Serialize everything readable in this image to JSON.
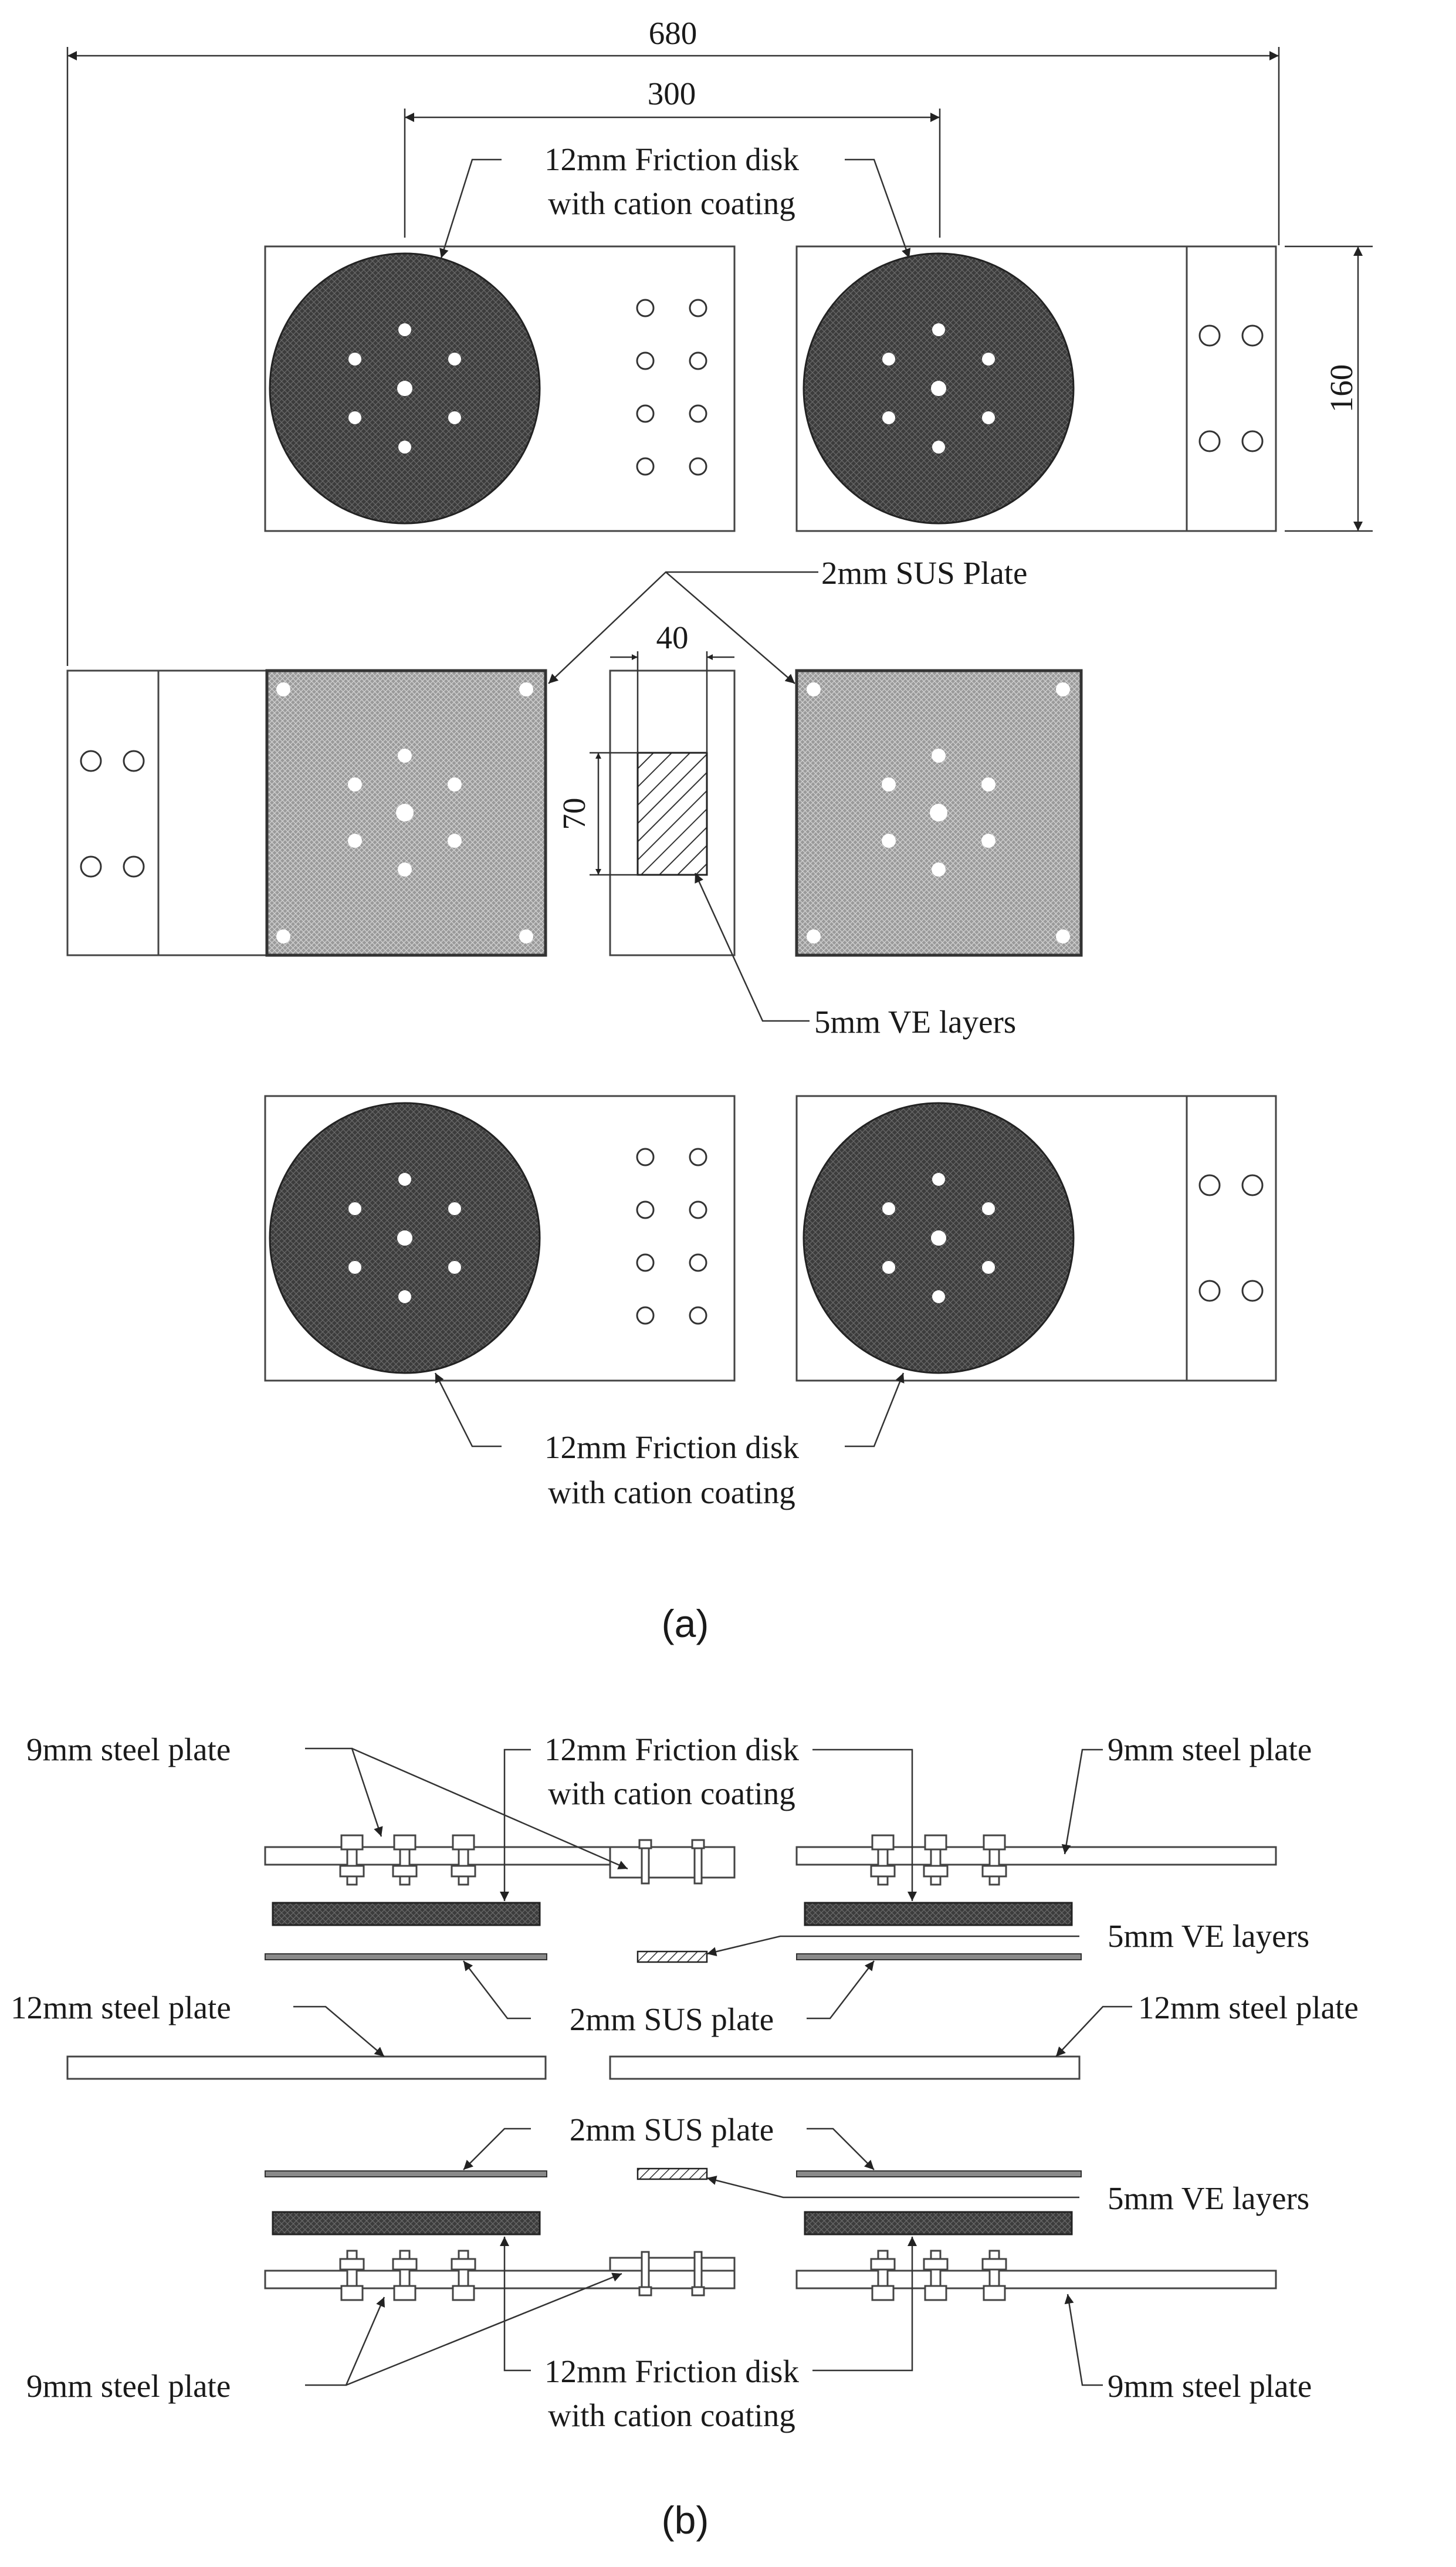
{
  "figure_a": {
    "dim_overall": "680",
    "dim_disk_spacing": "300",
    "dim_height": "160",
    "dim_ve_width": "40",
    "dim_ve_height": "70",
    "label_friction_disk_top": [
      "12mm Friction disk",
      "with cation coating"
    ],
    "label_sus_plate": "2mm SUS Plate",
    "label_ve_layers": "5mm VE layers",
    "label_friction_disk_bottom": [
      "12mm Friction disk",
      "with cation coating"
    ],
    "caption": "(a)"
  },
  "figure_b": {
    "label_steel_9_top_left": "9mm steel plate",
    "label_friction_top": [
      "12mm Friction disk",
      "with cation coating"
    ],
    "label_steel_9_top_right": "9mm steel plate",
    "label_ve_top": "5mm VE layers",
    "label_sus_top": "2mm SUS plate",
    "label_steel_12_left": "12mm steel plate",
    "label_steel_12_right": "12mm steel plate",
    "label_sus_bottom": "2mm SUS plate",
    "label_ve_bottom": "5mm VE layers",
    "label_steel_9_bottom_left": "9mm steel plate",
    "label_friction_bottom": [
      "12mm Friction disk",
      "with cation coating"
    ],
    "label_steel_9_bottom_right": "9mm steel plate",
    "caption": "(b)"
  },
  "colors": {
    "disk_fill": "#3a3a3a",
    "sus_fill": "#8a8a8a",
    "line": "#333333"
  }
}
